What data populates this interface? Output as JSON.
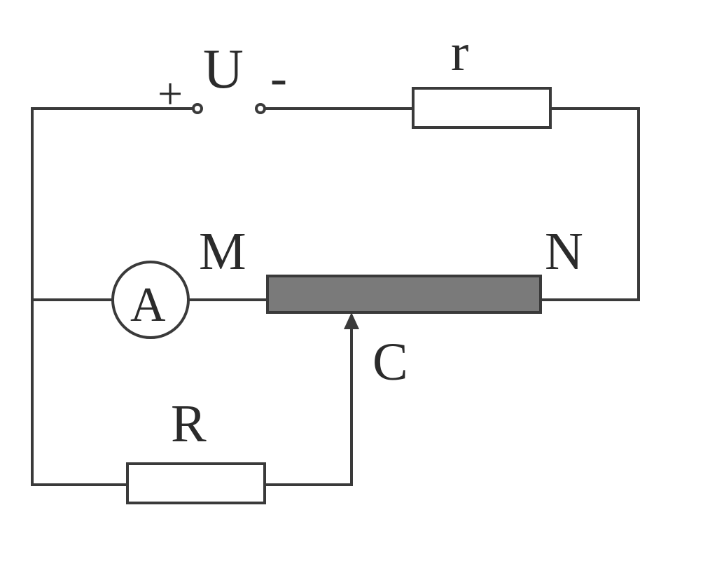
{
  "labels": {
    "plus": "+",
    "source": "U",
    "minus": "-",
    "internal_resistor": "r",
    "ammeter": "A",
    "rheostat_left": "M",
    "rheostat_right": "N",
    "slider_contact": "C",
    "load_resistor": "R"
  },
  "colors": {
    "wire": "#3a3a3a",
    "rheostat_fill": "#7a7a7a",
    "resistor_fill": "#ffffff",
    "text": "#2b2b2b"
  }
}
